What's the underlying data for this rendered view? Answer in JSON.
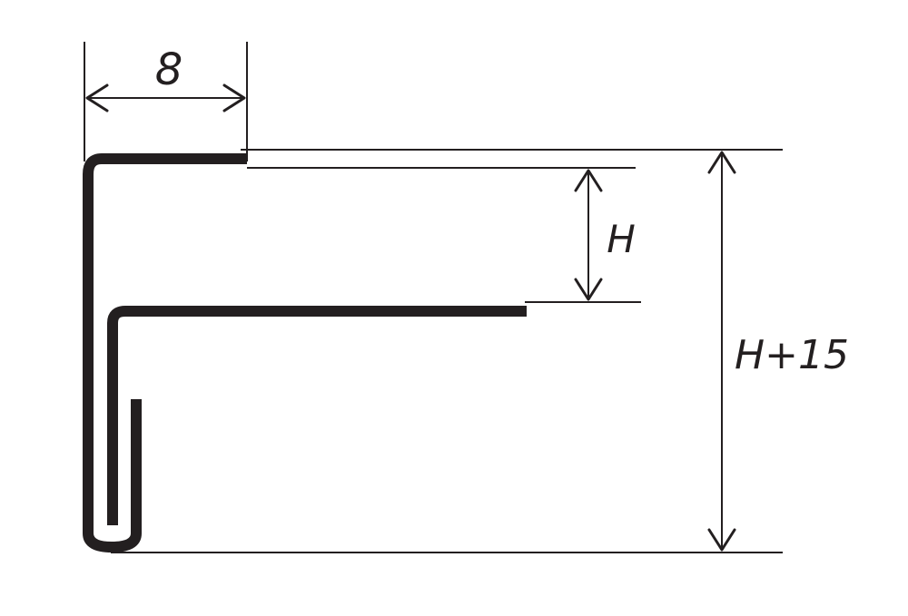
{
  "diagram": {
    "dimensions": {
      "width_label": "8",
      "inner_height_label": "H",
      "total_height_label": "H+15"
    },
    "colors": {
      "stroke": "#231f20",
      "background": "#ffffff"
    }
  }
}
